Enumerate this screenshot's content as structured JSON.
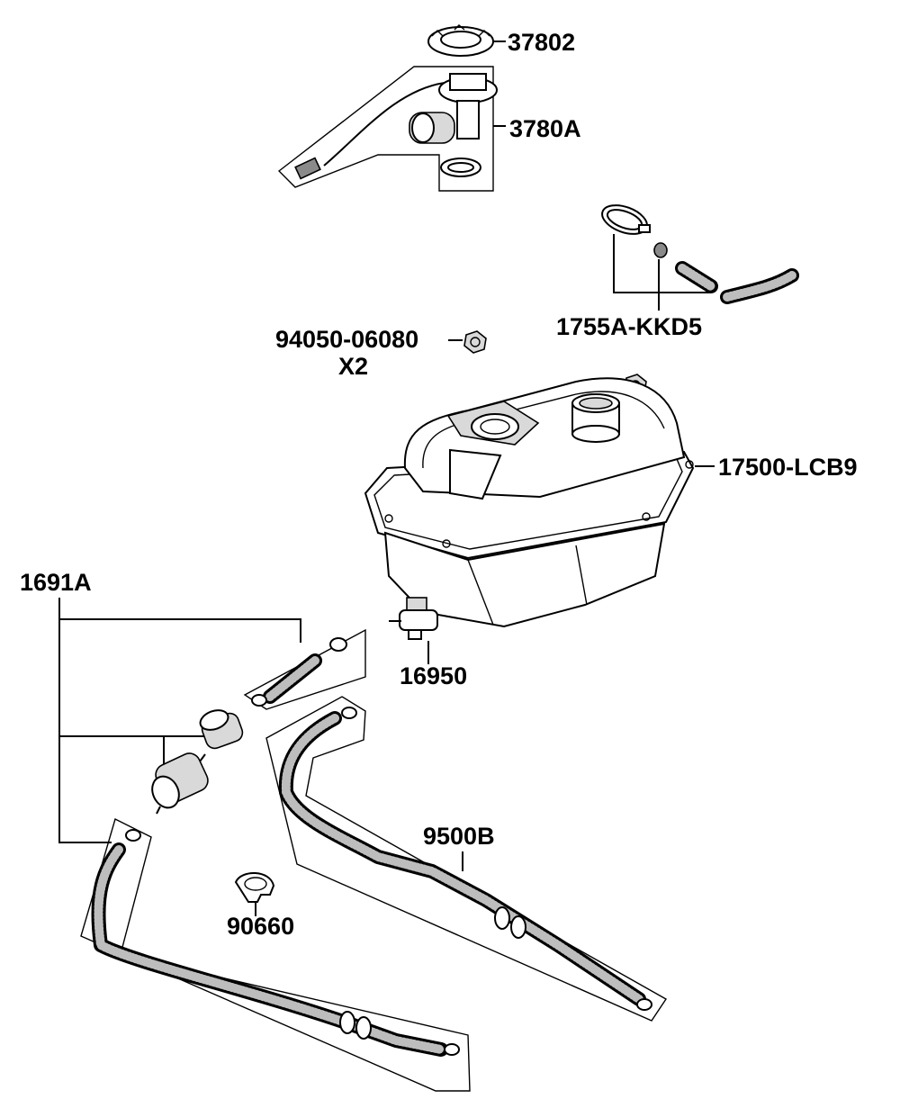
{
  "labels": {
    "p37802": "37802",
    "p3780A": "3780A",
    "p1755A": "1755A-KKD5",
    "p94050": "94050-06080",
    "p94050_qty": "X2",
    "p17500": "17500-LCB9",
    "p1691A": "1691A",
    "p16950": "16950",
    "p9500B": "9500B",
    "p90660": "90660"
  }
}
